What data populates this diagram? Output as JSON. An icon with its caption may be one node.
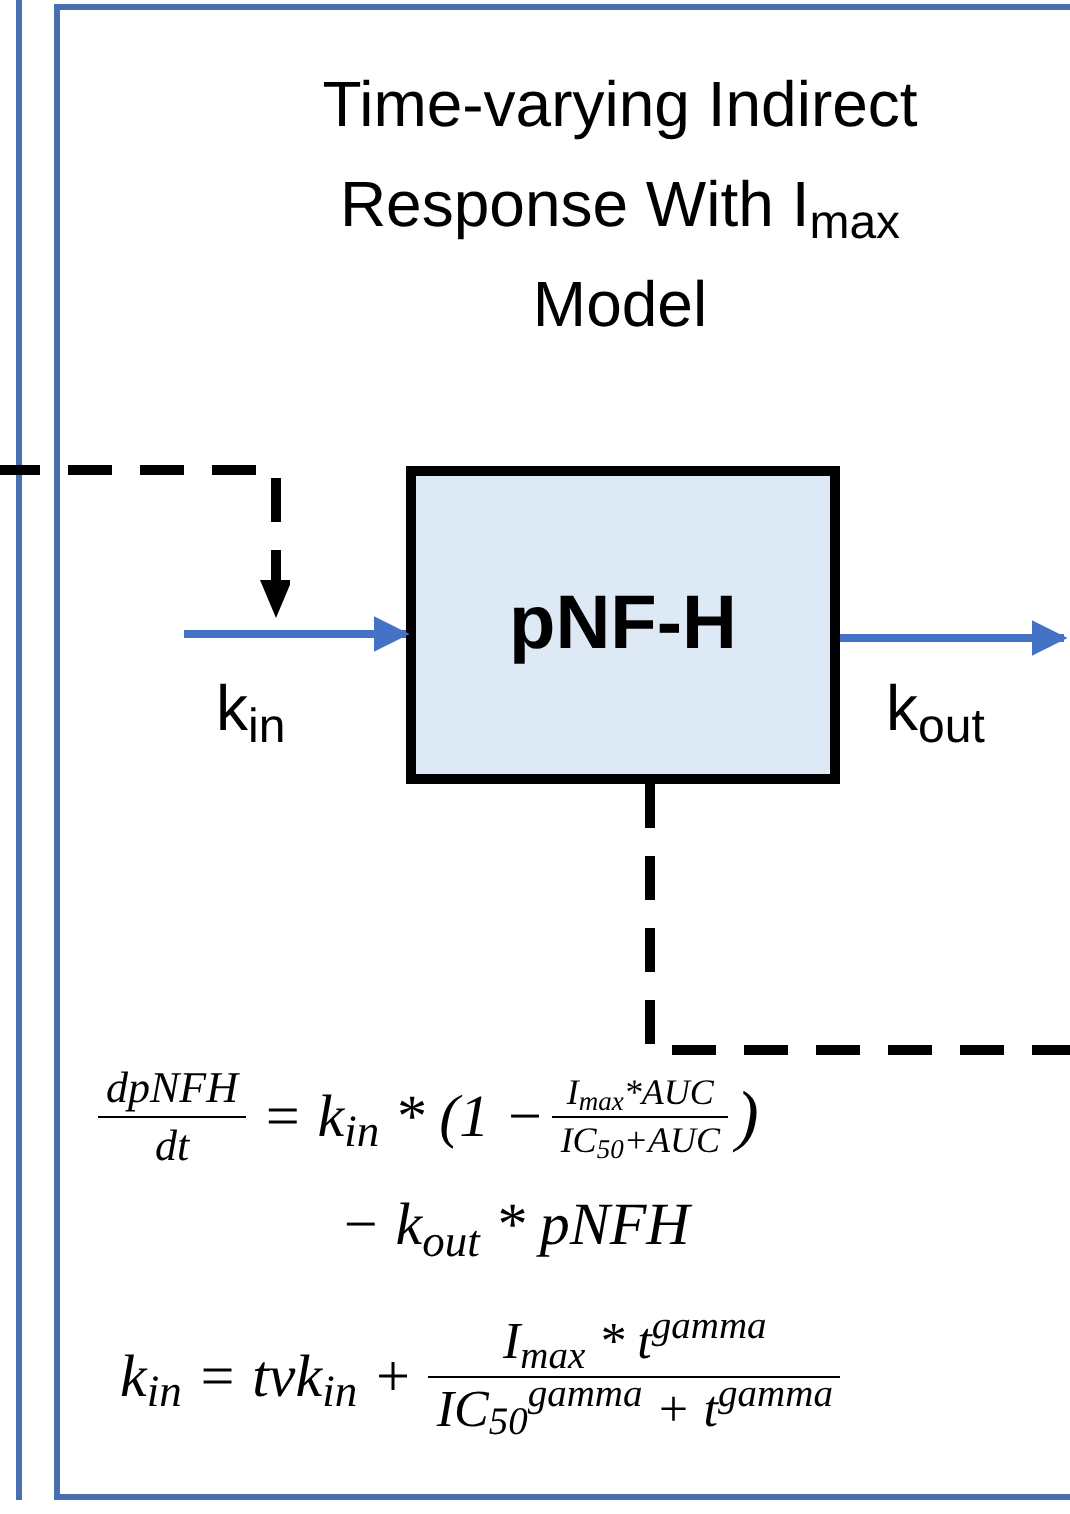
{
  "diagram": {
    "nodes": [
      {
        "text": [
          "Time-varying Indirect Response With I$_{max}$ Model"
        ]
      },
      {
        "text": [
          "pNF-H"
        ],
        "in": 0
      }
    ],
    "edges": [
      {
        "from": null,
        "to": 1,
        "arrow": "to",
        "label": "k$_{in}$",
        "color": "#4472c4"
      },
      {
        "from": 1,
        "to": null,
        "arrow": "to",
        "label": "k$_{out}$",
        "color": "#4472c4"
      },
      {
        "from": 1,
        "to": null,
        "arrow": "none",
        "style": "dashed",
        "color": "#000000"
      }
    ],
    "labels": [
      "dpNFH",
      "dt",
      "= k$_{in}$ * (1 −",
      "I$_{max}$*AUC",
      "IC$_{50}$+AUC",
      ")",
      "− k$_{out}$ * pNFH",
      "k$_{in}$ = tvk$_{in}$ +",
      "I$_{max}$ * t$^{gamma}$",
      "IC$_{50}$$^{gamma}$ + t$^{gamma}$"
    ]
  }
}
